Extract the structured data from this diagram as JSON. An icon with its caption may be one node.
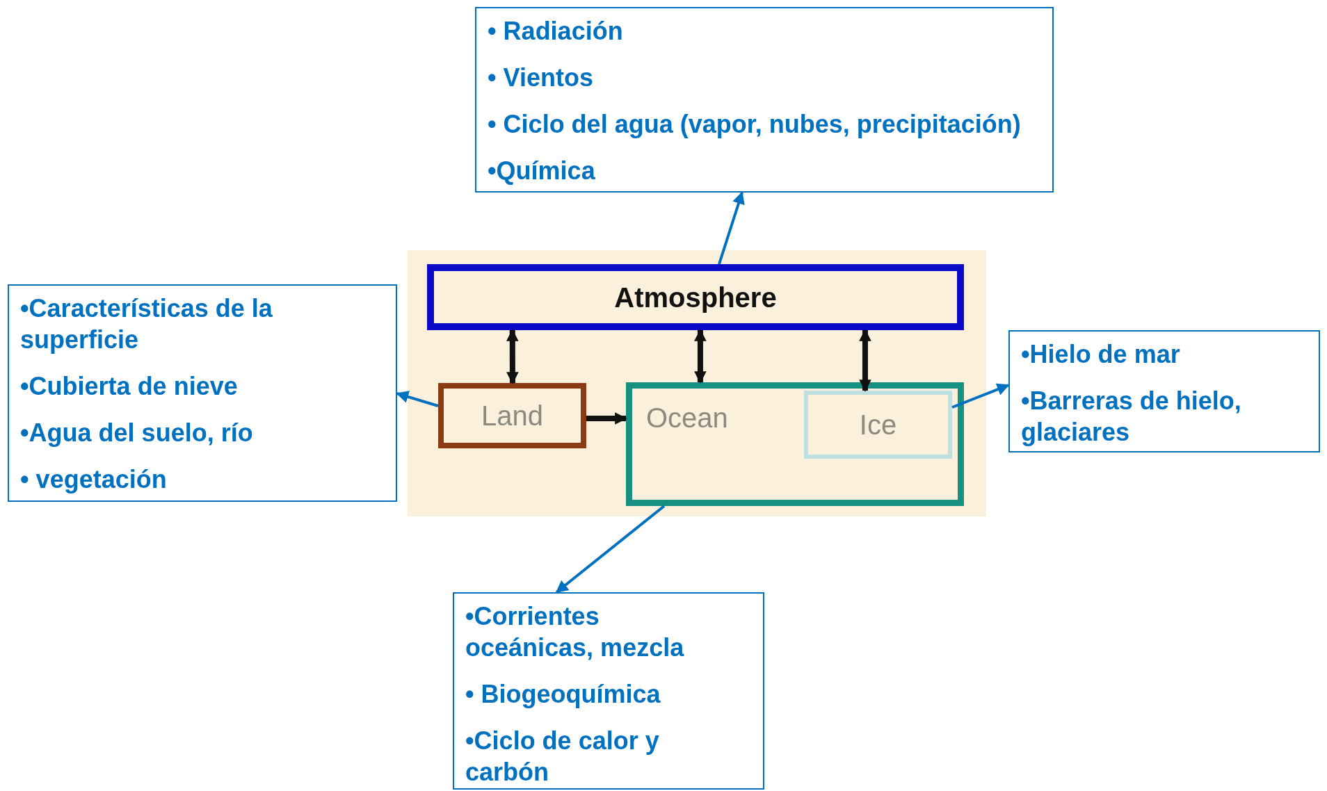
{
  "diagram": {
    "nodes": [
      {
        "text": [
          "• Radiación",
          "• Vientos",
          "• Ciclo del agua (vapor, nubes, precipitación)",
          "•Química"
        ]
      },
      {
        "text": [
          "•Características de la superficie",
          "•Cubierta de nieve",
          "•Agua del suelo, río",
          "• vegetación"
        ]
      },
      {
        "text": [
          "•Hielo de mar",
          "•Barreras de hielo, glaciares"
        ]
      },
      {
        "text": [
          "•Corrientes oceánicas, mezcla",
          "• Biogeoquímica",
          "•Ciclo de calor y carbón"
        ]
      },
      {
        "text": [
          "Atmosphere"
        ]
      },
      {
        "text": [
          "Land"
        ]
      },
      {
        "text": [
          "Ocean"
        ]
      },
      {
        "text": [
          "Ice"
        ],
        "in": 6
      }
    ],
    "edges": [
      {
        "from": 4,
        "to": 0,
        "arrow": "to"
      },
      {
        "from": 5,
        "to": 1,
        "arrow": "to"
      },
      {
        "from": 7,
        "to": 2,
        "arrow": "to"
      },
      {
        "from": 6,
        "to": 3,
        "arrow": "to"
      },
      {
        "from": 4,
        "to": 5,
        "arrow": "both",
        "style": "thick",
        "color": "#111111"
      },
      {
        "from": 4,
        "to": 6,
        "arrow": "both",
        "style": "thick",
        "color": "#111111"
      },
      {
        "from": 4,
        "to": 7,
        "arrow": "both",
        "style": "thick",
        "color": "#111111"
      },
      {
        "from": 5,
        "to": 6,
        "arrow": "to",
        "style": "thick",
        "color": "#111111"
      }
    ]
  }
}
